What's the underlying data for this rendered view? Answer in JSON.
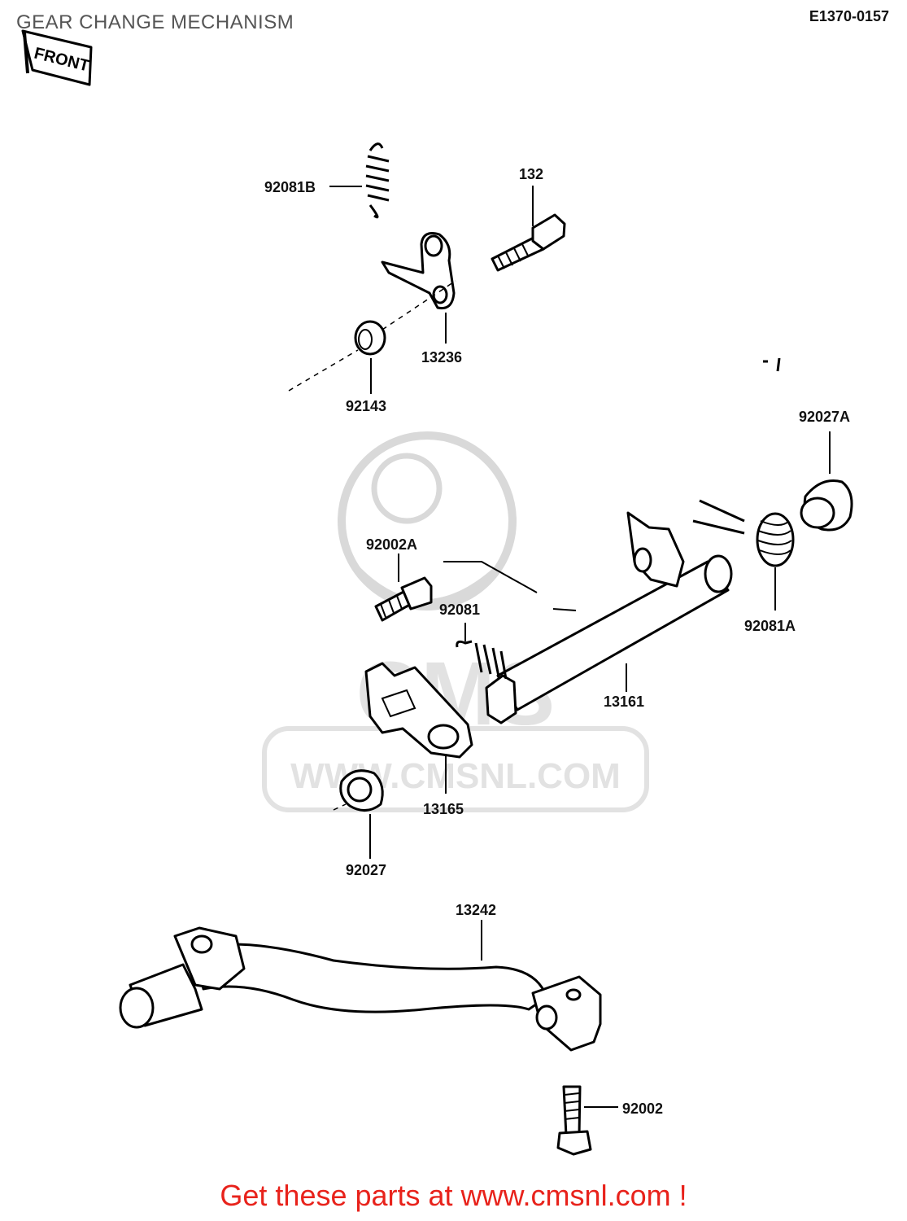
{
  "header": {
    "title": "GEAR CHANGE MECHANISM",
    "code": "E1370-0157"
  },
  "front_tag": "FRONT",
  "watermark": {
    "url": "WWW.CMSNL.COM",
    "brand": "CMS"
  },
  "parts": {
    "p92081B": "92081B",
    "p132": "132",
    "p13236": "13236",
    "p92143": "92143",
    "p92027A": "92027A",
    "p92002A": "92002A",
    "p92081": "92081",
    "p92081A": "92081A",
    "p13161": "13161",
    "p13165": "13165",
    "p92027": "92027",
    "p13242": "13242",
    "p92002": "92002"
  },
  "footer": {
    "text": "Get these parts at www.cmsnl.com !"
  },
  "colors": {
    "footer": "#e8221b",
    "title": "#555555",
    "watermark": "#d9d9d9"
  }
}
